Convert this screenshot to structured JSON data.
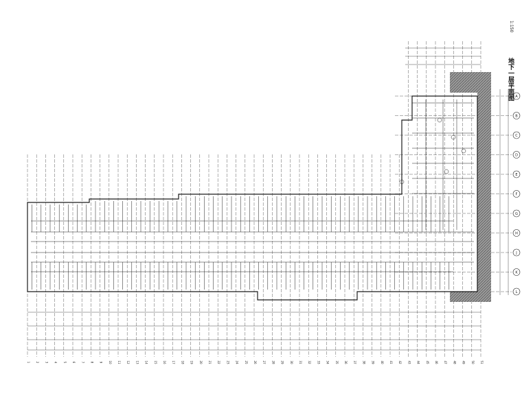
{
  "drawing": {
    "title": "地下一层平面图",
    "scale": "1:150"
  },
  "colors": {
    "line": "#1a1a1a",
    "hatch": "#8c8c8c",
    "background": "#ffffff"
  },
  "top_axis_labels": [
    "1",
    "2",
    "3",
    "4",
    "5",
    "6",
    "7",
    "8",
    "9",
    "10",
    "11",
    "12",
    "13",
    "14",
    "15",
    "16",
    "17",
    "18",
    "19",
    "20",
    "21",
    "22",
    "23",
    "24",
    "25",
    "26",
    "27",
    "28",
    "29",
    "30",
    "31",
    "32",
    "33",
    "34",
    "35",
    "36",
    "37",
    "38",
    "39",
    "40",
    "41",
    "42",
    "43",
    "44",
    "45",
    "46",
    "47",
    "48",
    "49",
    "50",
    "51"
  ],
  "right_axis_labels": [
    "A",
    "B",
    "C",
    "D",
    "E",
    "F",
    "G",
    "H",
    "J",
    "K",
    "L"
  ]
}
